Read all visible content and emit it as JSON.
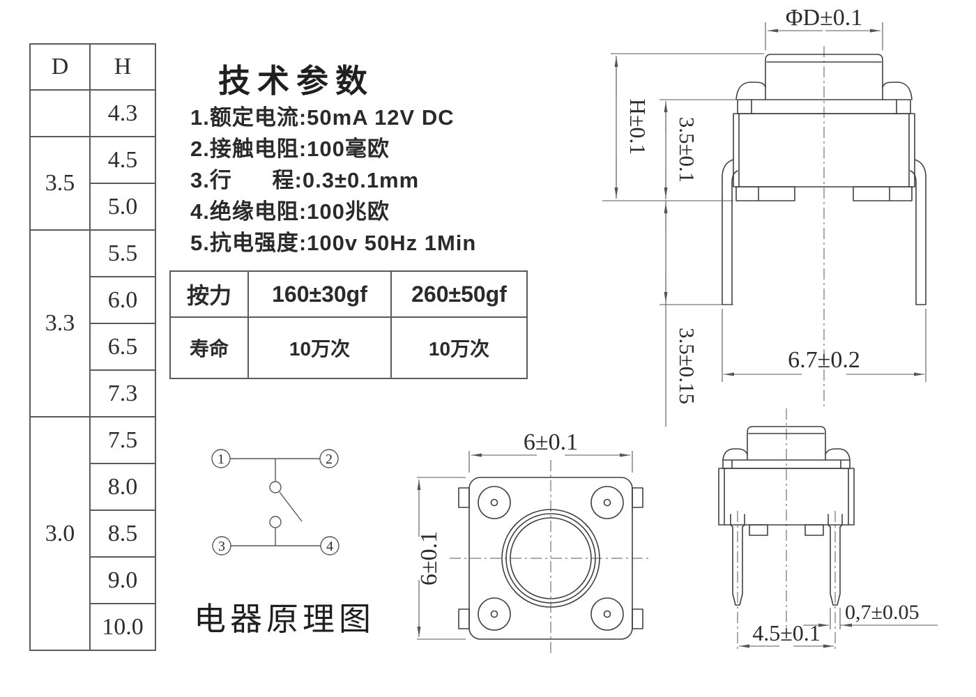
{
  "dh_table": {
    "col_d": "D",
    "col_h": "H",
    "first_h": "4.3",
    "groups": [
      {
        "d": "3.5",
        "h": [
          "4.5",
          "5.0"
        ]
      },
      {
        "d": "3.3",
        "h": [
          "5.5",
          "6.0",
          "6.5",
          "7.3"
        ]
      },
      {
        "d": "3.0",
        "h": [
          "7.5",
          "8.0",
          "8.5",
          "9.0",
          "10.0"
        ]
      }
    ]
  },
  "tech_params": {
    "title": "技术参数",
    "items": [
      "1.额定电流:50mA 12V DC",
      "2.接触电阻:100毫欧",
      "3.行      程:0.3±0.1mm",
      "4.绝缘电阻:100兆欧",
      "5.抗电强度:100v 50Hz 1Min"
    ]
  },
  "force_table": {
    "rows": [
      {
        "label": "按力",
        "v1": "160±30gf",
        "v2": "260±50gf"
      },
      {
        "label": "寿命",
        "v1": "10万次",
        "v2": "10万次"
      }
    ]
  },
  "schematic": {
    "caption": "电器原理图",
    "t1": "1",
    "t2": "2",
    "t3": "3",
    "t4": "4"
  },
  "front_view": {
    "dim_diameter": "ΦD±0.1",
    "dim_height": "H±0.1",
    "dim_body_height": "3.5±0.1",
    "dim_pin_length": "3.5±0.15",
    "dim_span": "6.7±0.2"
  },
  "top_view": {
    "dim_width": "6±0.1",
    "dim_height": "6±0.1"
  },
  "side_view": {
    "dim_pitch": "4.5±0.1",
    "dim_pin_width": "0,7±0.05"
  }
}
